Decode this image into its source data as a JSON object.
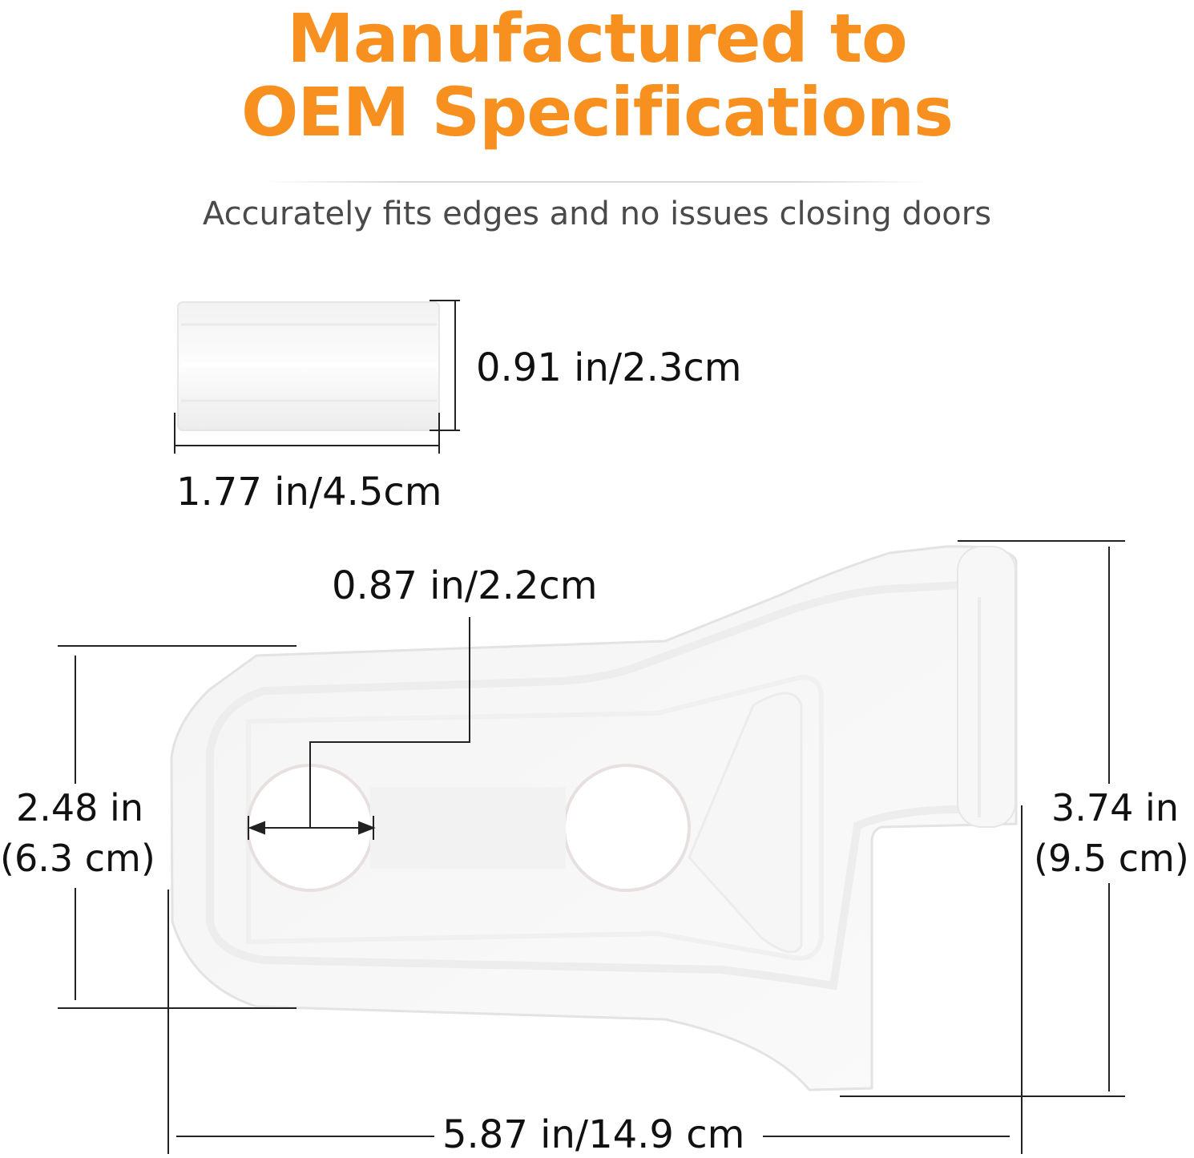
{
  "headline": {
    "line1": "Manufactured to",
    "line2": "OEM Specifications"
  },
  "subtitle": "Accurately fits edges and no issues closing doors",
  "colors": {
    "accent": "#f7901e",
    "text": "#111111",
    "subtitle": "#4a4a4a"
  },
  "dimensions": {
    "pad_height": "0.91 in/2.3cm",
    "pad_width": "1.77 in/4.5cm",
    "hole_diameter": "0.87 in/2.2cm",
    "plate_height_in": "2.48 in",
    "plate_height_cm": "(6.3 cm)",
    "total_height_in": "3.74 in",
    "total_height_cm": "(9.5 cm)",
    "total_width": "5.87 in/14.9 cm"
  }
}
